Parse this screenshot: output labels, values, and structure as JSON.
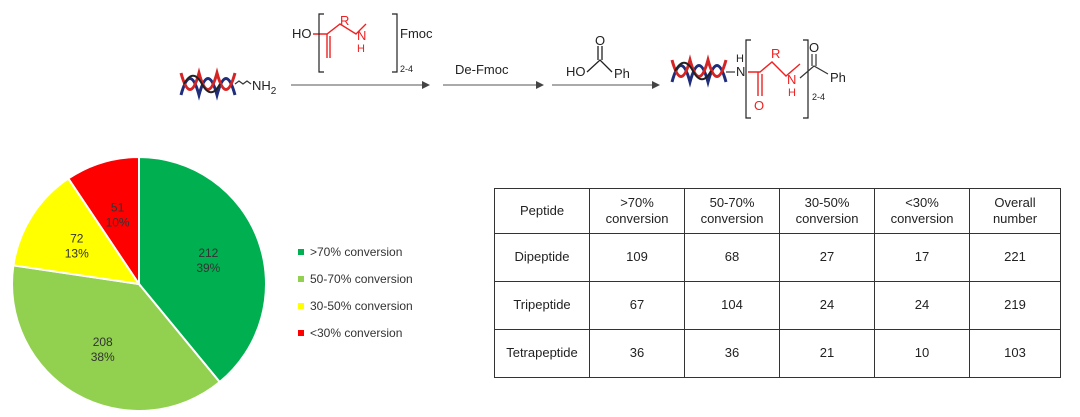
{
  "scheme": {
    "nh2": "NH",
    "nh2_sub": "2",
    "reagent1": {
      "ho": "HO",
      "r": "R",
      "n": "N",
      "h": "H",
      "fmoc": "Fmoc",
      "range": "2-4"
    },
    "step2": "De-Fmoc",
    "reagent3": {
      "ho": "HO",
      "o": "O",
      "ph": "Ph"
    },
    "product": {
      "n1": "N",
      "h1": "H",
      "o1": "O",
      "r": "R",
      "n2": "N",
      "h2": "H",
      "o2": "O",
      "ph": "Ph",
      "range": "2-4"
    }
  },
  "chart_data": [
    {
      "type": "pie",
      "slices": [
        {
          "label": ">70% conversion",
          "value": 212,
          "percent": "39%",
          "color": "#00B050"
        },
        {
          "label": "50-70% conversion",
          "value": 208,
          "percent": "38%",
          "color": "#92D050"
        },
        {
          "label": "30-50% conversion",
          "value": 72,
          "percent": "13%",
          "color": "#FFFF00"
        },
        {
          "label": "<30% conversion",
          "value": 51,
          "percent": "10%",
          "color": "#FF0000"
        }
      ],
      "legend_position": "right"
    },
    {
      "type": "table",
      "columns": [
        ">70% conversion",
        "50-70% conversion",
        "30-50% conversion",
        "<30% conversion",
        "Overall number"
      ],
      "header": {
        "first": "Peptide",
        "cells": [
          [
            ">70%",
            "conversion"
          ],
          [
            "50-70%",
            "conversion"
          ],
          [
            "30-50%",
            "conversion"
          ],
          [
            "<30%",
            "conversion"
          ],
          [
            "Overall",
            "number"
          ]
        ]
      },
      "rows": [
        {
          "label": "Dipeptide",
          "values": [
            "109",
            "68",
            "27",
            "17",
            "221"
          ]
        },
        {
          "label": "Tripeptide",
          "values": [
            "67",
            "104",
            "24",
            "24",
            "219"
          ]
        },
        {
          "label": "Tetrapeptide",
          "values": [
            "36",
            "36",
            "21",
            "10",
            "103"
          ]
        }
      ]
    }
  ]
}
